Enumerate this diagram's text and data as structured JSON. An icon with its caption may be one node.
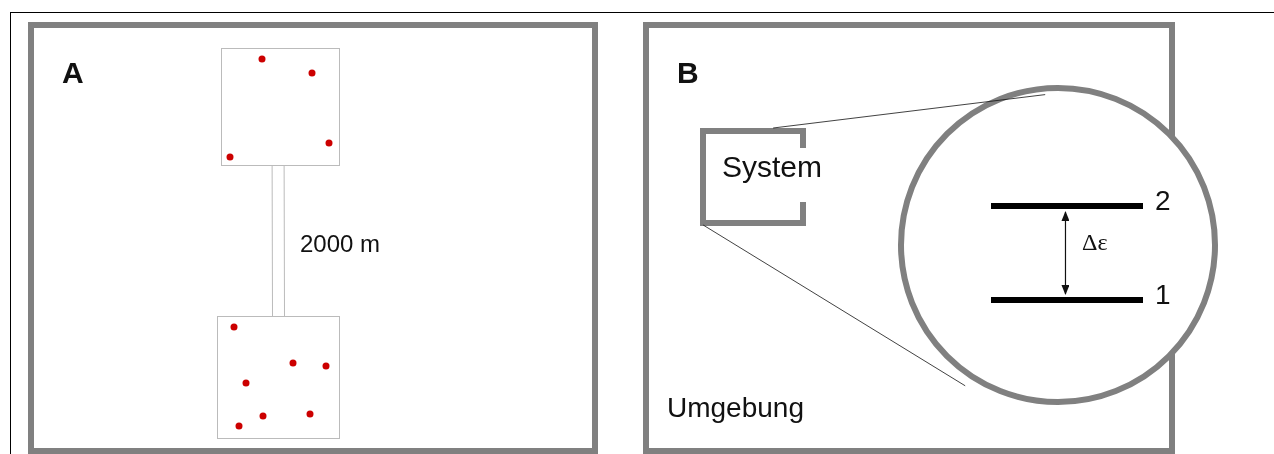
{
  "diagram": {
    "nodes": [
      {
        "text": [
          "A"
        ]
      },
      {
        "text": [],
        "shape": "box",
        "in": 0
      },
      {
        "text": [],
        "shape": "box",
        "in": 0
      },
      {
        "text": [
          "B",
          "Umgebung"
        ]
      },
      {
        "text": [
          "System"
        ],
        "in": 3
      },
      {
        "text": [],
        "shape": "circle"
      },
      {
        "text": [],
        "shape": "bar",
        "in": 5,
        "beside": [
          "2"
        ]
      },
      {
        "text": [],
        "shape": "bar",
        "in": 5,
        "beside": [
          "1"
        ]
      }
    ],
    "edges": [
      {
        "from": 1,
        "to": 2,
        "arrow": "none",
        "label": "2000 m",
        "color": "#bbbbbb"
      },
      {
        "from": 4,
        "to": 5,
        "arrow": "none"
      },
      {
        "from": 4,
        "to": 5,
        "arrow": "none"
      },
      {
        "from": 6,
        "to": 7,
        "arrow": "both",
        "label": "Δε"
      }
    ]
  }
}
